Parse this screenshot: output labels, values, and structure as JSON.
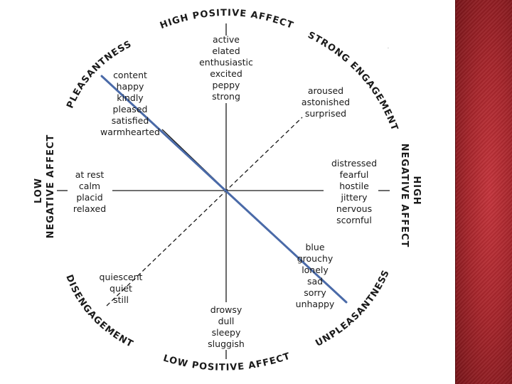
{
  "diagram": {
    "directions": {
      "high_positive_affect": "HIGH POSITIVE AFFECT",
      "strong_engagement": "STRONG ENGAGEMENT",
      "high_negative_affect_1": "HIGH",
      "high_negative_affect_2": "NEGATIVE AFFECT",
      "unpleasantness": "UNPLEASANTNESS",
      "low_positive_affect": "LOW POSITIVE AFFECT",
      "disengagement": "DISENGAGEMENT",
      "low_negative_affect_1": "LOW",
      "low_negative_affect_2": "NEGATIVE AFFECT",
      "pleasantness": "PLEASANTNESS"
    },
    "groups": {
      "high_positive_affect": [
        "active",
        "elated",
        "enthusiastic",
        "excited",
        "peppy",
        "strong"
      ],
      "strong_engagement": [
        "aroused",
        "astonished",
        "surprised"
      ],
      "high_negative_affect": [
        "distressed",
        "fearful",
        "hostile",
        "jittery",
        "nervous",
        "scornful"
      ],
      "unpleasantness": [
        "blue",
        "grouchy",
        "lonely",
        "sad",
        "sorry",
        "unhappy"
      ],
      "low_positive_affect": [
        "drowsy",
        "dull",
        "sleepy",
        "sluggish"
      ],
      "disengagement": [
        "quiescent",
        "quiet",
        "still"
      ],
      "low_negative_affect": [
        "at rest",
        "calm",
        "placid",
        "relaxed"
      ],
      "pleasantness": [
        "content",
        "happy",
        "kindly",
        "pleased",
        "satisfied",
        "warmhearted"
      ]
    },
    "overlay_line_color": "#4a6aa8",
    "accent_band_color": "#a8262c"
  }
}
